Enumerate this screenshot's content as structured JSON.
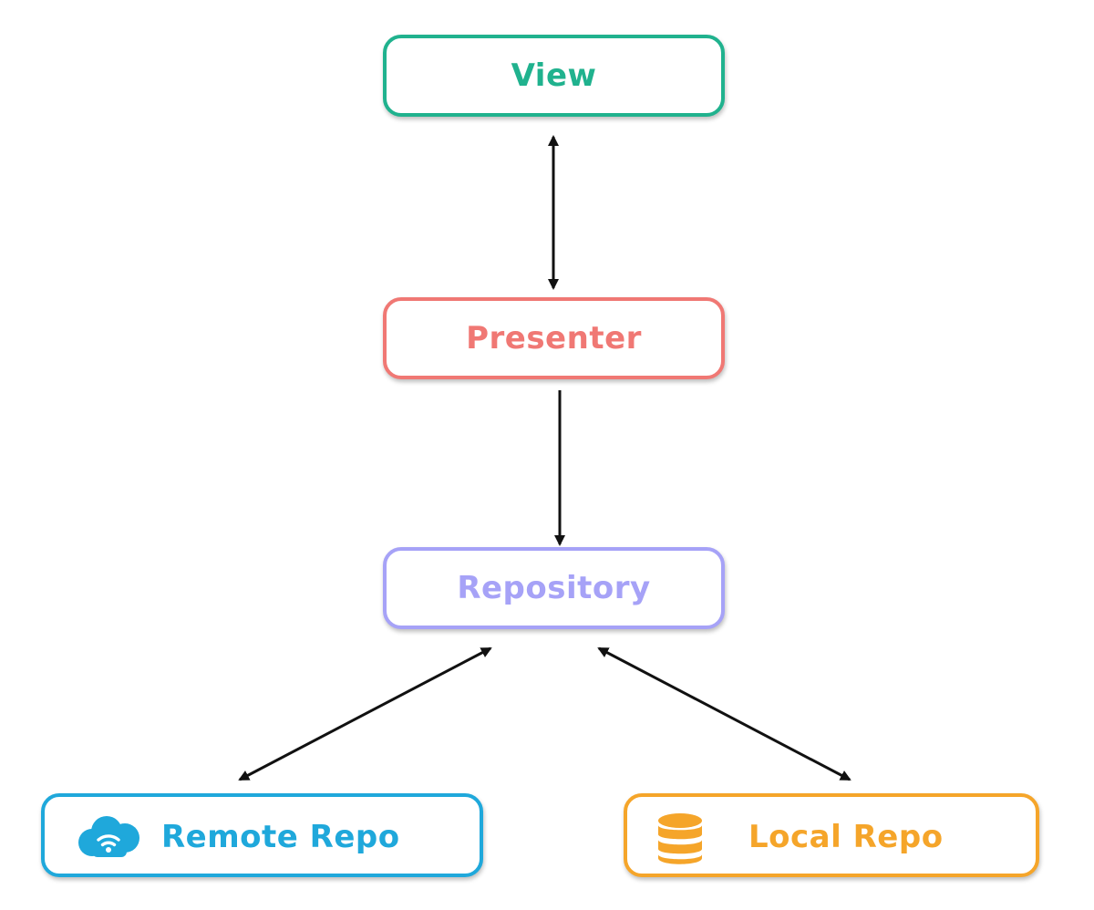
{
  "nodes": {
    "view": {
      "label": "View",
      "color": "#20b28e"
    },
    "presenter": {
      "label": "Presenter",
      "color": "#f07874"
    },
    "repository": {
      "label": "Repository",
      "color": "#a6a2f7"
    },
    "remote": {
      "label": "Remote Repo",
      "color": "#1fa8db",
      "icon": "wifi-cloud-icon"
    },
    "local": {
      "label": "Local Repo",
      "color": "#f5a52a",
      "icon": "database-icon"
    }
  },
  "edges": [
    {
      "from": "view",
      "to": "presenter",
      "direction": "both"
    },
    {
      "from": "presenter",
      "to": "repository",
      "direction": "forward"
    },
    {
      "from": "repository",
      "to": "remote",
      "direction": "both"
    },
    {
      "from": "repository",
      "to": "local",
      "direction": "both"
    }
  ]
}
